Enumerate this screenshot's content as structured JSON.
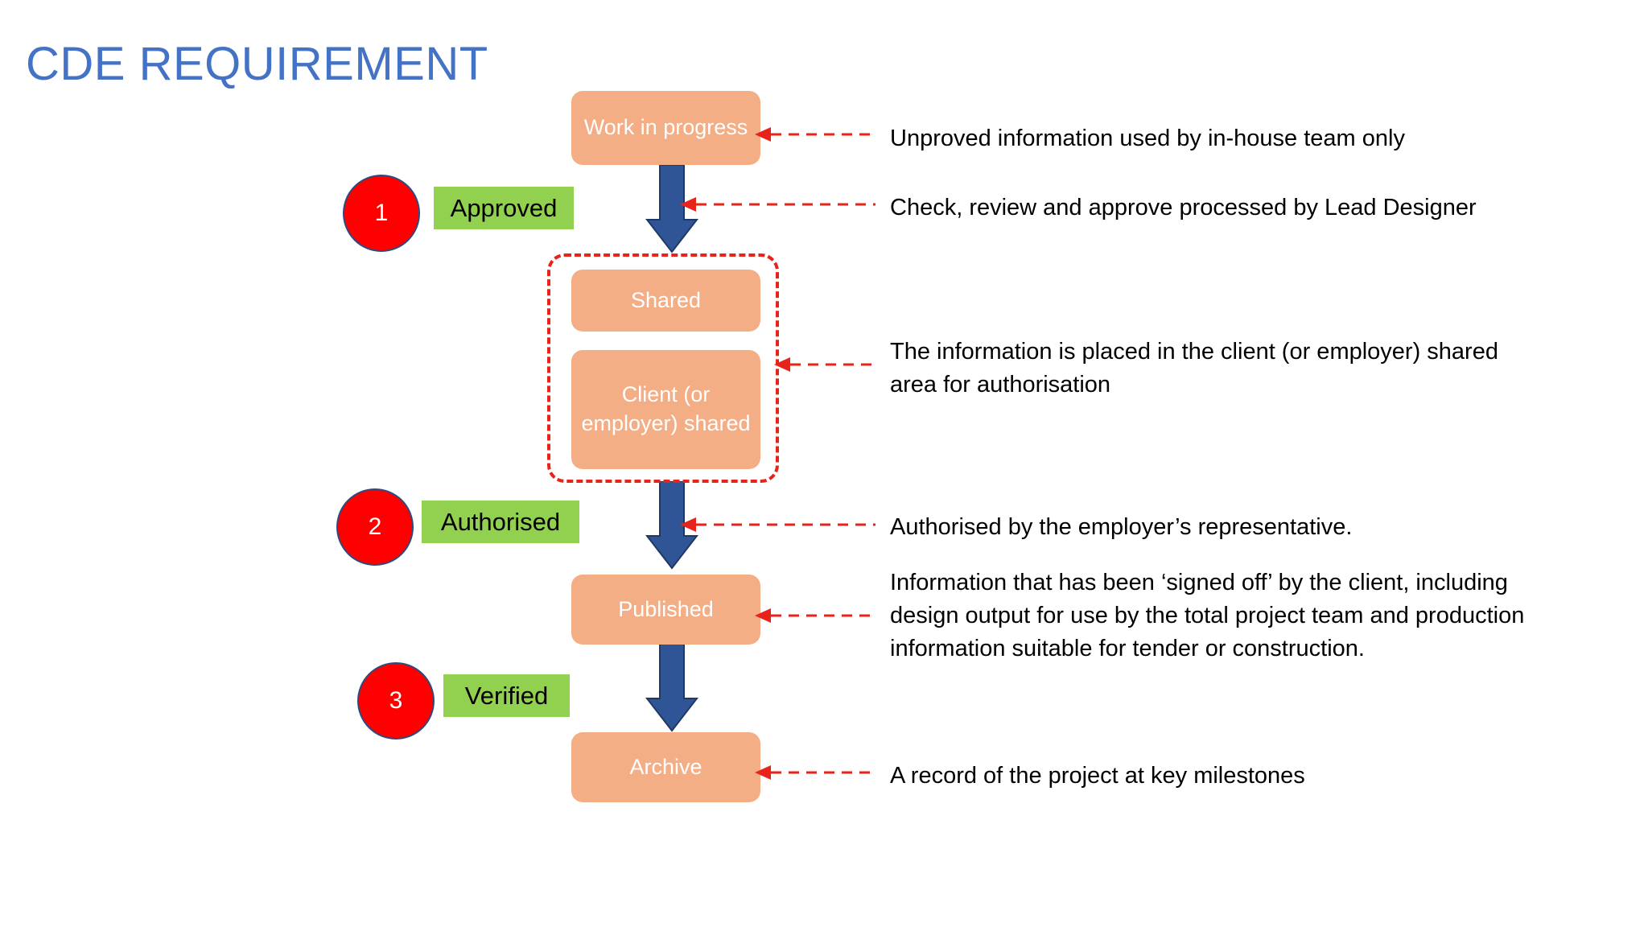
{
  "slide": {
    "title": "CDE REQUIREMENT",
    "title_color": "#4472C4",
    "background": "#FFFFFF"
  },
  "palette": {
    "box_fill": "#F4AE85",
    "box_text": "#FFFFFF",
    "badge_circle": "#FF0000",
    "badge_circle_border": "#2E4A7D",
    "badge_label_fill": "#92D050",
    "badge_label_text": "#000000",
    "arrow_blue": "#2F5597",
    "connector_red": "#E8231A",
    "annotation_text": "#000000"
  },
  "flow": {
    "nodes": [
      {
        "id": "work-in-progress",
        "label": "Work in progress"
      },
      {
        "id": "shared",
        "label": "Shared"
      },
      {
        "id": "client-shared",
        "label": "Client (or employer) shared"
      },
      {
        "id": "published",
        "label": "Published"
      },
      {
        "id": "archive",
        "label": "Archive"
      }
    ],
    "group_label": "shared-area-group"
  },
  "gates": [
    {
      "number": "1",
      "label": "Approved"
    },
    {
      "number": "2",
      "label": "Authorised"
    },
    {
      "number": "3",
      "label": "Verified"
    }
  ],
  "annotations": [
    {
      "id": "note-wip",
      "lines": [
        "Unproved information used by in-house team only"
      ]
    },
    {
      "id": "note-approved",
      "lines": [
        "Check, review and approve processed by Lead Designer"
      ]
    },
    {
      "id": "note-shared",
      "lines": [
        "The information is placed in the client (or employer) shared",
        "area for authorisation"
      ]
    },
    {
      "id": "note-authorised",
      "lines": [
        "Authorised by the employer’s representative."
      ]
    },
    {
      "id": "note-published",
      "lines": [
        "Information that has been ‘signed off’ by the client, including",
        "design output for use by the total project team and production",
        "information suitable for tender or construction."
      ]
    },
    {
      "id": "note-archive",
      "lines": [
        "A record of the project at key milestones"
      ]
    }
  ]
}
